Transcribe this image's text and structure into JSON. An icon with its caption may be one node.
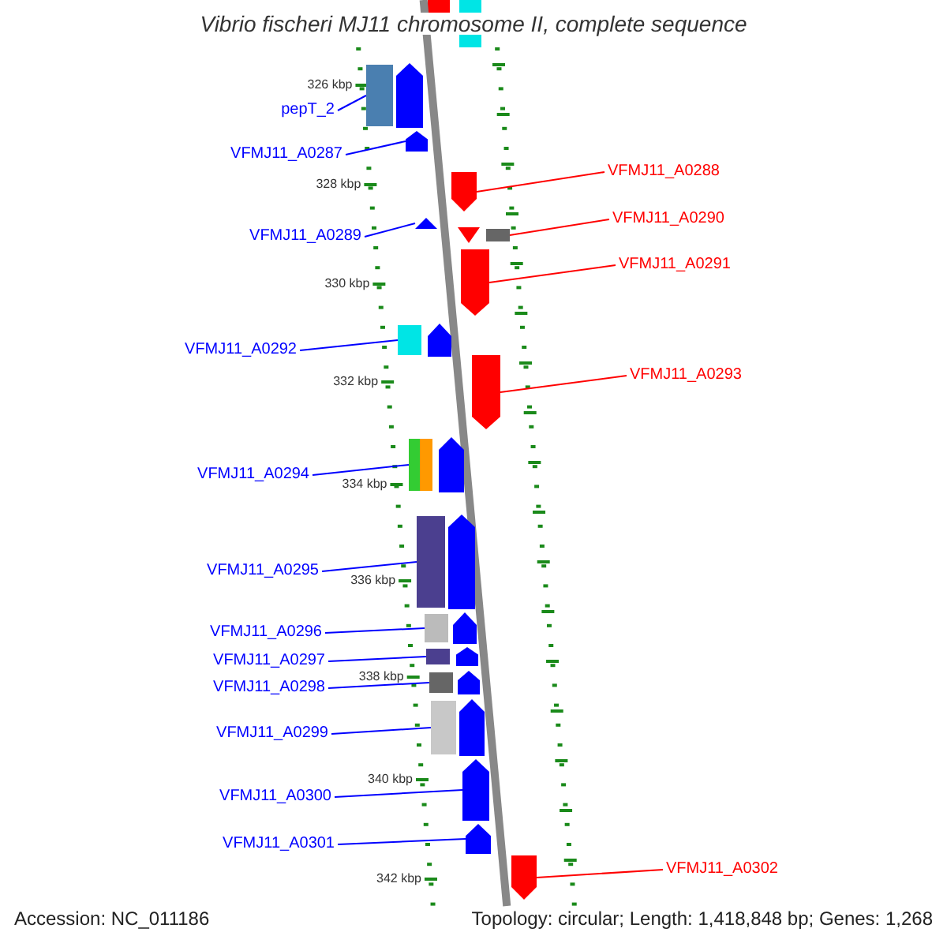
{
  "diagram": {
    "title": "Vibrio fischeri MJ11 chromosome II, complete sequence",
    "nodes": [
      {
        "text": [
          "pepT_2"
        ]
      },
      {
        "text": [],
        "shape": "arrow"
      },
      {
        "text": [
          "VFMJ11_A0287"
        ]
      },
      {
        "text": [],
        "shape": "arrow"
      },
      {
        "text": [
          "VFMJ11_A0288"
        ]
      },
      {
        "text": [],
        "shape": "arrow"
      },
      {
        "text": [
          "VFMJ11_A0290"
        ]
      },
      {
        "text": [],
        "shape": "arrow"
      },
      {
        "text": [
          "VFMJ11_A0289"
        ]
      },
      {
        "text": [],
        "shape": "arrow"
      },
      {
        "text": [
          "VFMJ11_A0291"
        ]
      },
      {
        "text": [],
        "shape": "arrow"
      },
      {
        "text": [
          "VFMJ11_A0292"
        ]
      },
      {
        "text": [],
        "shape": "arrow"
      },
      {
        "text": [
          "VFMJ11_A0293"
        ]
      },
      {
        "text": [],
        "shape": "arrow"
      },
      {
        "text": [
          "VFMJ11_A0294"
        ]
      },
      {
        "text": [],
        "shape": "arrow"
      },
      {
        "text": [
          "VFMJ11_A0295"
        ]
      },
      {
        "text": [],
        "shape": "arrow"
      },
      {
        "text": [
          "VFMJ11_A0296"
        ]
      },
      {
        "text": [],
        "shape": "arrow"
      },
      {
        "text": [
          "VFMJ11_A0297"
        ]
      },
      {
        "text": [],
        "shape": "arrow"
      },
      {
        "text": [
          "VFMJ11_A0298"
        ]
      },
      {
        "text": [],
        "shape": "arrow"
      },
      {
        "text": [
          "VFMJ11_A0299"
        ]
      },
      {
        "text": [],
        "shape": "arrow"
      },
      {
        "text": [
          "VFMJ11_A0300"
        ]
      },
      {
        "text": [],
        "shape": "arrow"
      },
      {
        "text": [
          "VFMJ11_A0301"
        ]
      },
      {
        "text": [],
        "shape": "arrow"
      },
      {
        "text": [
          "VFMJ11_A0302"
        ]
      },
      {
        "text": [],
        "shape": "arrow"
      }
    ],
    "edges": [
      {
        "from": 0,
        "to": 1,
        "arrow": "none"
      },
      {
        "from": 2,
        "to": 3,
        "arrow": "none"
      },
      {
        "from": 4,
        "to": 5,
        "arrow": "none",
        "color": "#ff0000"
      },
      {
        "from": 6,
        "to": 7,
        "arrow": "none",
        "color": "#ff0000"
      },
      {
        "from": 8,
        "to": 9,
        "arrow": "none"
      },
      {
        "from": 10,
        "to": 11,
        "arrow": "none",
        "color": "#ff0000"
      },
      {
        "from": 12,
        "to": 13,
        "arrow": "none"
      },
      {
        "from": 14,
        "to": 15,
        "arrow": "none",
        "color": "#ff0000"
      },
      {
        "from": 16,
        "to": 17,
        "arrow": "none"
      },
      {
        "from": 18,
        "to": 19,
        "arrow": "none"
      },
      {
        "from": 20,
        "to": 21,
        "arrow": "none"
      },
      {
        "from": 22,
        "to": 23,
        "arrow": "none"
      },
      {
        "from": 24,
        "to": 25,
        "arrow": "none"
      },
      {
        "from": 26,
        "to": 27,
        "arrow": "none"
      },
      {
        "from": 28,
        "to": 29,
        "arrow": "none"
      },
      {
        "from": 30,
        "to": 31,
        "arrow": "none"
      },
      {
        "from": 32,
        "to": 33,
        "arrow": "none",
        "color": "#ff0000"
      }
    ],
    "labels": [
      "326 kbp",
      "328 kbp",
      "330 kbp",
      "332 kbp",
      "334 kbp",
      "336 kbp",
      "338 kbp",
      "340 kbp",
      "342 kbp",
      "Accession: NC_011186",
      "Topology: circular; Length: 1,418,848 bp; Genes: 1,268"
    ]
  }
}
